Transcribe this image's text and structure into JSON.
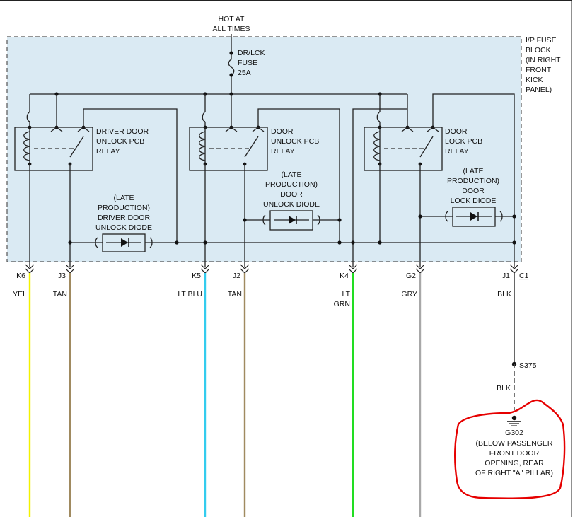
{
  "power": {
    "line1": "HOT AT",
    "line2": "ALL TIMES"
  },
  "fuse": {
    "line1": "DR/LCK",
    "line2": "FUSE",
    "line3": "25A"
  },
  "fuse_block": {
    "line1": "I/P FUSE",
    "line2": "BLOCK",
    "line3": "(IN RIGHT",
    "line4": "FRONT",
    "line5": "KICK",
    "line6": "PANEL)"
  },
  "relays": [
    {
      "line1": "DRIVER DOOR",
      "line2": "UNLOCK PCB",
      "line3": "RELAY"
    },
    {
      "line1": "DOOR",
      "line2": "UNLOCK PCB",
      "line3": "RELAY"
    },
    {
      "line1": "DOOR",
      "line2": "LOCK PCB",
      "line3": "RELAY"
    }
  ],
  "diodes": [
    {
      "line1": "(LATE",
      "line2": "PRODUCTION)",
      "line3": "DRIVER DOOR",
      "line4": "UNLOCK DIODE"
    },
    {
      "line1": "(LATE",
      "line2": "PRODUCTION)",
      "line3": "DOOR",
      "line4": "UNLOCK DIODE"
    },
    {
      "line1": "(LATE",
      "line2": "PRODUCTION)",
      "line3": "DOOR",
      "line4": "LOCK DIODE"
    }
  ],
  "connector": "C1",
  "pins": [
    {
      "pin": "K6",
      "color": "YEL",
      "color2": "",
      "hex": "#f2f200"
    },
    {
      "pin": "J3",
      "color": "TAN",
      "color2": "",
      "hex": "#a08a60"
    },
    {
      "pin": "K5",
      "color": "LT BLU",
      "color2": "",
      "hex": "#33ccee"
    },
    {
      "pin": "J2",
      "color": "TAN",
      "color2": "",
      "hex": "#a08a60"
    },
    {
      "pin": "K4",
      "color": "LT",
      "color2": "GRN",
      "hex": "#22dd22"
    },
    {
      "pin": "G2",
      "color": "GRY",
      "color2": "",
      "hex": "#a8a8a8"
    },
    {
      "pin": "J1",
      "color": "BLK",
      "color2": "",
      "hex": "#555555"
    }
  ],
  "splice": "S375",
  "ground_wire_color": "BLK",
  "ground": {
    "id": "G302",
    "line1": "(BELOW PASSENGER",
    "line2": "FRONT DOOR",
    "line3": "OPENING, REAR",
    "line4": "OF RIGHT \"A\" PILLAR)"
  },
  "colors": {
    "fuse_block_fill": "#daeaf3",
    "highlight": "#e60000",
    "wire": "#222222"
  }
}
